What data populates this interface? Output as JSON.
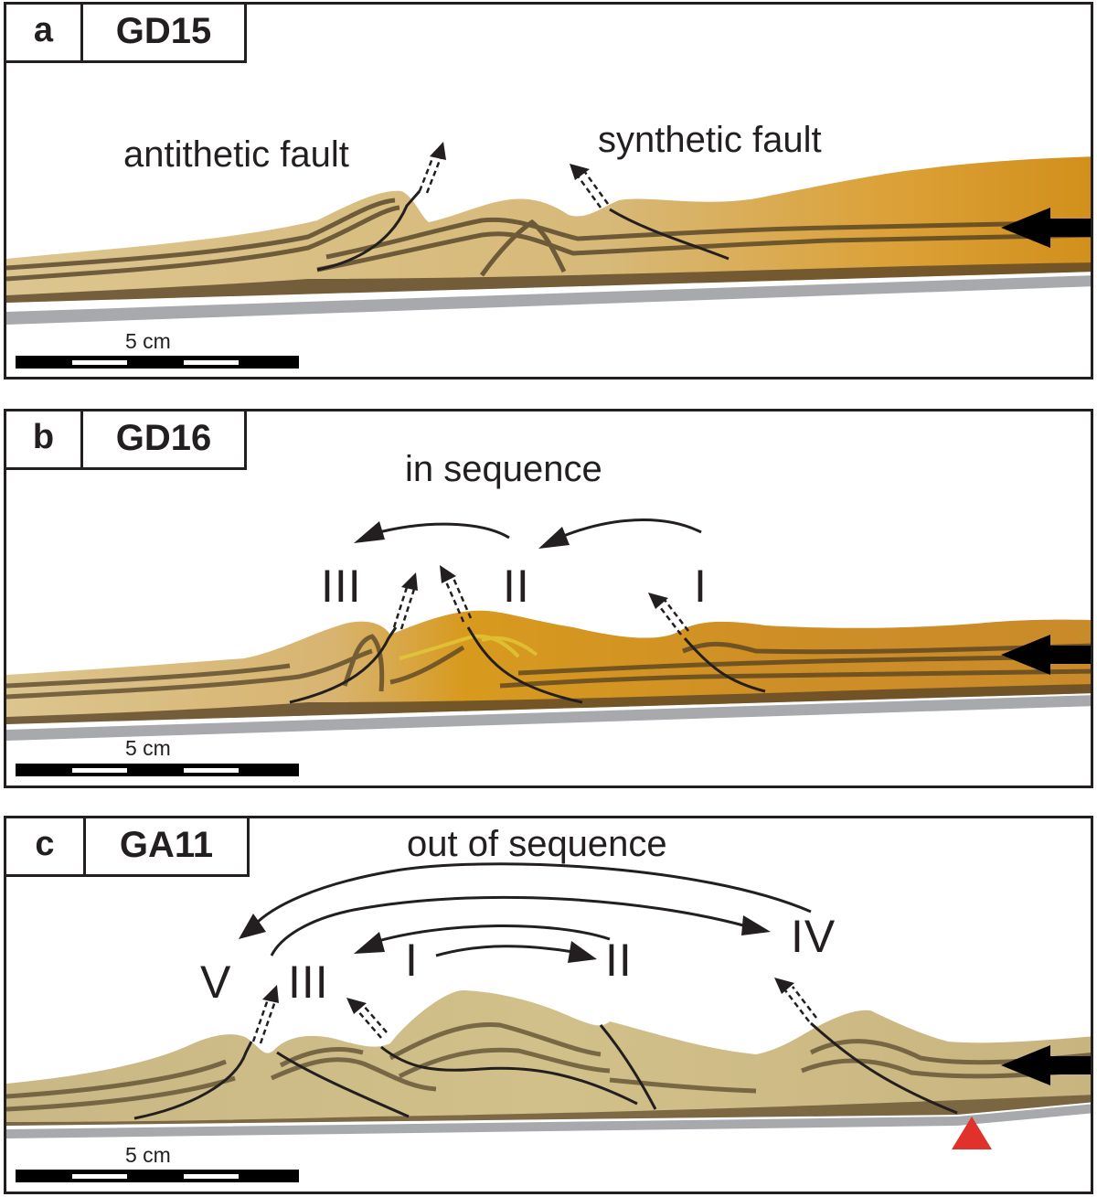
{
  "panels": [
    {
      "letter": "a",
      "name": "GD15",
      "labels": {
        "antithetic": "antithetic fault",
        "synthetic": "synthetic fault"
      },
      "scale": "5 cm"
    },
    {
      "letter": "b",
      "name": "GD16",
      "labels": {
        "sequence": "in sequence"
      },
      "faults": [
        "III",
        "II",
        "I"
      ],
      "scale": "5 cm"
    },
    {
      "letter": "c",
      "name": "GA11",
      "labels": {
        "sequence": "out of sequence"
      },
      "faults": [
        "V",
        "III",
        "I",
        "II",
        "IV"
      ],
      "scale": "5 cm"
    }
  ],
  "colors": {
    "sand_light": "#d9c48e",
    "sand_dark": "#4a3a22",
    "sand_orange": "#d6961f",
    "base_plate": "#a7a9ac",
    "line": "#231f20",
    "marker": "#e0312b"
  },
  "icons": [
    "push-arrow-icon",
    "fault-slip-arrow-icon",
    "sequence-arrow-icon",
    "scale-bar-icon",
    "red-triangle-marker-icon"
  ]
}
